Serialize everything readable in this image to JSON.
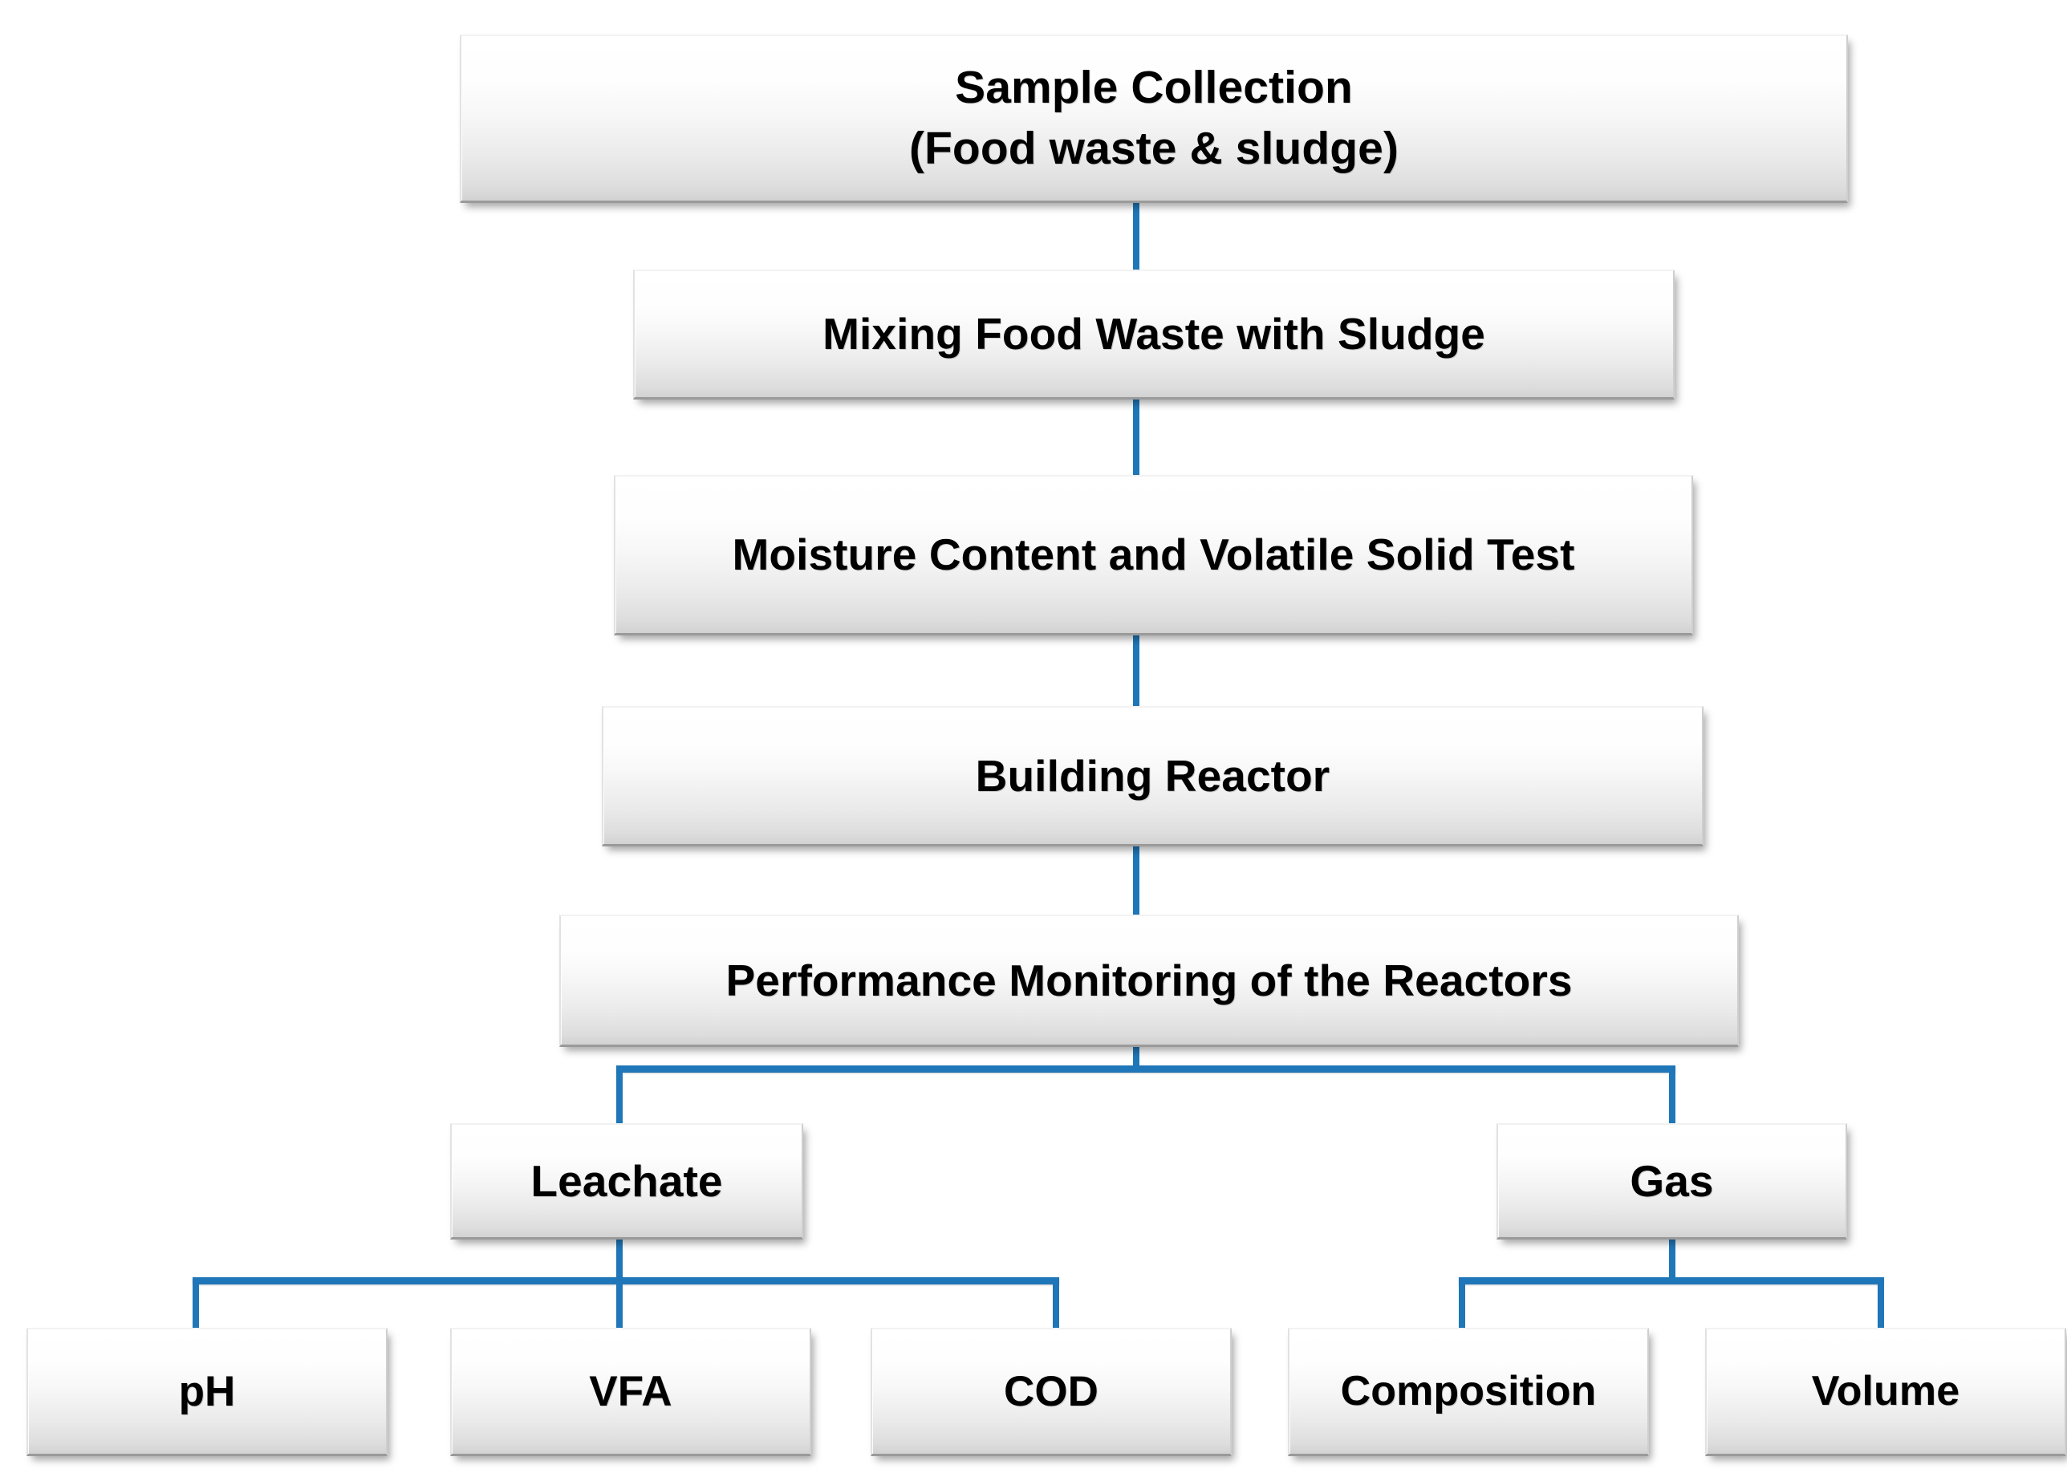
{
  "diagram": {
    "title": "Experimental Methodology Flowchart",
    "accent_color": "#1F76B8",
    "box_fill_top": "#ffffff",
    "box_fill_bottom": "#d2d2d2",
    "text_color": "#000000"
  },
  "nodes": {
    "sample_collection_line1": "Sample Collection",
    "sample_collection_line2": "(Food waste & sludge)",
    "sample_collection": "Sample Collection\n(Food waste & sludge)",
    "mixing": "Mixing Food Waste with Sludge",
    "moisture_test": "Moisture Content and Volatile Solid Test",
    "building_reactor": "Building Reactor",
    "performance_monitoring": "Performance Monitoring of the Reactors",
    "leachate": "Leachate",
    "gas": "Gas",
    "ph": "pH",
    "vfa": "VFA",
    "cod": "COD",
    "composition": "Composition",
    "volume": "Volume"
  },
  "flow": {
    "main_chain": [
      "Sample Collection (Food waste & sludge)",
      "Mixing Food Waste with Sludge",
      "Moisture Content and Volatile Solid Test",
      "Building Reactor",
      "Performance Monitoring of the Reactors"
    ],
    "branches": [
      {
        "parent": "Performance Monitoring of the Reactors",
        "children": [
          "Leachate",
          "Gas"
        ]
      },
      {
        "parent": "Leachate",
        "children": [
          "pH",
          "VFA",
          "COD"
        ]
      },
      {
        "parent": "Gas",
        "children": [
          "Composition",
          "Volume"
        ]
      }
    ]
  }
}
